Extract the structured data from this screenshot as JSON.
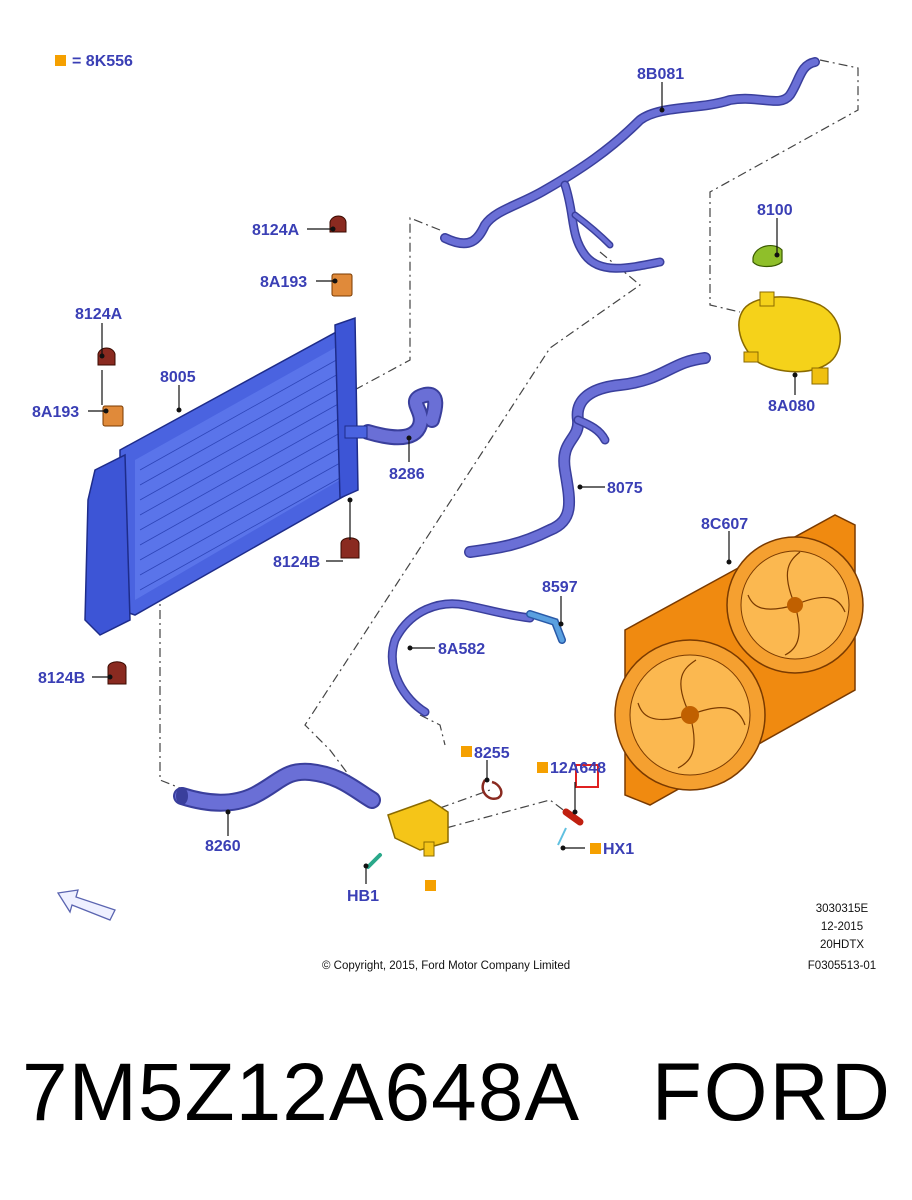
{
  "legend": {
    "text": "= 8K556",
    "marker_color": "#f5a000"
  },
  "callouts": {
    "c8B081": "8B081",
    "c8100": "8100",
    "c8124A_top": "8124A",
    "c8A193_top": "8A193",
    "c8124A_left": "8124A",
    "c8005": "8005",
    "c8A193_left": "8A193",
    "c8286": "8286",
    "c8075": "8075",
    "c8A080": "8A080",
    "c8124B_mid": "8124B",
    "c8C607": "8C607",
    "c8597": "8597",
    "c8A582": "8A582",
    "c8124B_bot": "8124B",
    "c8255": "8255",
    "c12A648": "12A648",
    "c8260": "8260",
    "cHX1": "HX1",
    "cHB1": "HB1"
  },
  "meta": {
    "line1": "3030315E",
    "line2": "12-2015",
    "line3": "20HDTX",
    "line4": "F0305513-01"
  },
  "copyright": "© Copyright, 2015, Ford Motor Company Limited",
  "footer": {
    "part_number": "7M5Z12A648A",
    "brand": "FORD"
  },
  "colors": {
    "radiator": "#3d55d6",
    "hose": "#6a6fd6",
    "fan": "#f08a10",
    "tank": "#f5d21a",
    "cap": "#8fbf2a",
    "mount": "#8a2a20",
    "bracket": "#e08a3a",
    "callout_text": "#3a3fb5",
    "highlight": "#e02020"
  }
}
